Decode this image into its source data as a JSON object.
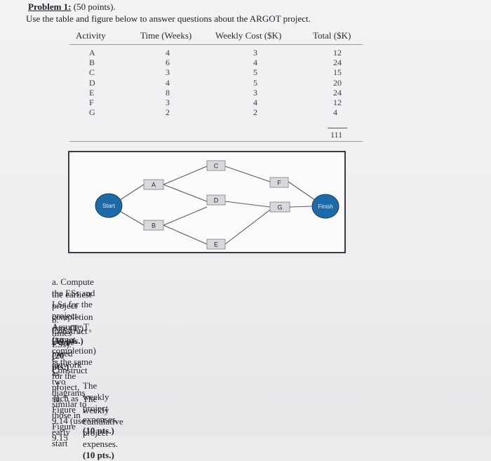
{
  "problem": {
    "title_lead": "Problem 1:",
    "title_points": " (50 points).",
    "intro": "Use the table and figure below to answer questions about the ARGOT project."
  },
  "table": {
    "headers": [
      "Activity",
      "Time (Weeks)",
      "Weekly Cost ($K)",
      "Total ($K)"
    ],
    "activities": [
      "A",
      "B",
      "C",
      "D",
      "E",
      "F",
      "G"
    ],
    "times": [
      "4",
      "6",
      "3",
      "4",
      "8",
      "3",
      "2"
    ],
    "weekly_costs": [
      "3",
      "4",
      "5",
      "5",
      "3",
      "4",
      "2"
    ],
    "totals": [
      "12",
      "24",
      "15",
      "20",
      "24",
      "12",
      "4"
    ],
    "grand_total": "111"
  },
  "network": {
    "start_label": "Start",
    "finish_label": "Finish",
    "activity_labels": [
      "A",
      "B",
      "C",
      "D",
      "E",
      "F",
      "G"
    ],
    "node_fill": "#1e6aa6",
    "box_fill": "#d9d9dd"
  },
  "questions": {
    "a_line1": "a. Compute the ESs and LSs for the project. Assume T",
    "a_sub_s": "s",
    "a_line1_end": " (target completion) is the same as",
    "a_line2": "the earliest project completion date (T",
    "a_sub_e": "e",
    "a_line2_end": ").",
    "a_points": "(10 pts.)",
    "b_line1": "b. Construct a time-based network for the project, such as Figure 9.14 (use early start",
    "b_line2": "times ESs).",
    "b_points": "(20 pts.)",
    "c_line": "c. Construct two diagrams similar to those in Figure 9.15",
    "sub_items": [
      {
        "num": "I.",
        "text": "The weekly project expenses.",
        "points": "(10 pts.)"
      },
      {
        "num": "II.",
        "text": "The weekly cumulative project expenses.",
        "points": "(10 pts.)"
      }
    ]
  }
}
